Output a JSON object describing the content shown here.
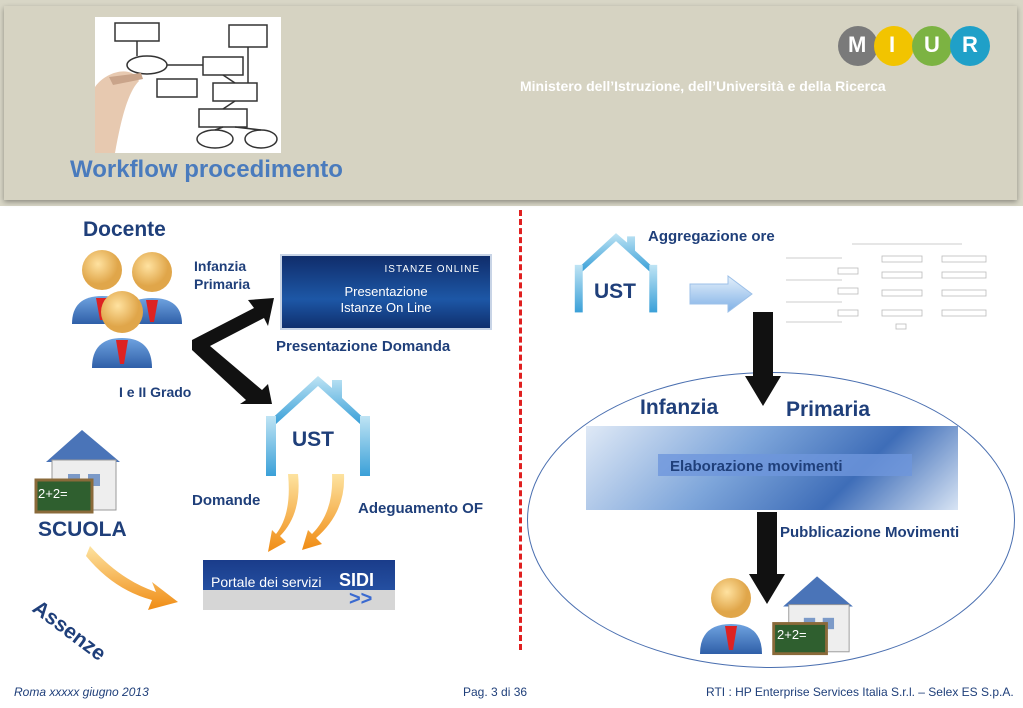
{
  "header": {
    "title": "Workflow procedimento",
    "ministry": "Ministero dell’Istruzione, dell’Università e della Ricerca",
    "logo_letters": [
      "M",
      "I",
      "U",
      "R"
    ]
  },
  "left": {
    "docente": "Docente",
    "infanzia_primaria": [
      "Infanzia",
      "Primaria"
    ],
    "istanze_banner": {
      "brand": "ISTANZE ONLINE",
      "line1": "Presentazione",
      "line2": "Istanze On Line"
    },
    "presentazione_domanda": "Presentazione Domanda",
    "gradi": "I e II Grado",
    "ust": "UST",
    "domande": "Domande",
    "adeguamento": "Adeguamento OF",
    "scuola": "SCUOLA",
    "assenze": "Assenze",
    "sidi_banner": {
      "text": "Portale dei servizi",
      "brand": "SIDI",
      "arrows": ">>"
    }
  },
  "right": {
    "aggregazione": "Aggregazione ore",
    "ust": "UST",
    "infanzia": "Infanzia",
    "primaria": "Primaria",
    "elaborazione": "Elaborazione movimenti",
    "pubblicazione": "Pubblicazione Movimenti"
  },
  "footer": {
    "date": "Roma xxxxx giugno 2013",
    "page": "Pag. 3 di 36",
    "rti": "RTI : HP Enterprise Services Italia S.r.l. – Selex ES S.p.A."
  },
  "colors": {
    "accent": "#4a7bbd",
    "text": "#1f3f7a",
    "divider": "#e02020",
    "orange": "#f5a623"
  }
}
